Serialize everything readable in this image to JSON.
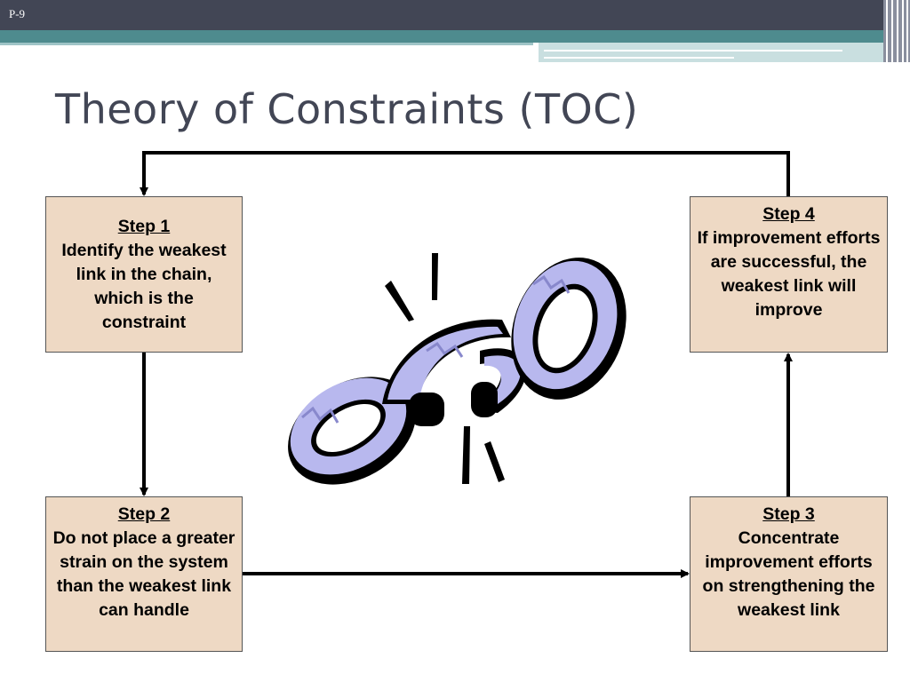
{
  "slide": {
    "number": "P-9"
  },
  "title": "Theory of Constraints (TOC)",
  "steps": [
    {
      "label": "Step 1",
      "text": "Identify the weakest link in the chain, which is the constraint"
    },
    {
      "label": "Step 2",
      "text": "Do not place a greater strain on the system than the weakest link can handle"
    },
    {
      "label": "Step 3",
      "text": "Concentrate improvement efforts on strengthening the weakest link"
    },
    {
      "label": "Step 4",
      "text": "If improvement efforts are successful, the weakest link will improve"
    }
  ],
  "colors": {
    "header_dark": "#424655",
    "header_teal": "#4e8b8e",
    "box_fill": "#eed9c4",
    "chain_fill": "#b8b8ee"
  },
  "icons": {
    "center": "broken-chain-icon"
  }
}
